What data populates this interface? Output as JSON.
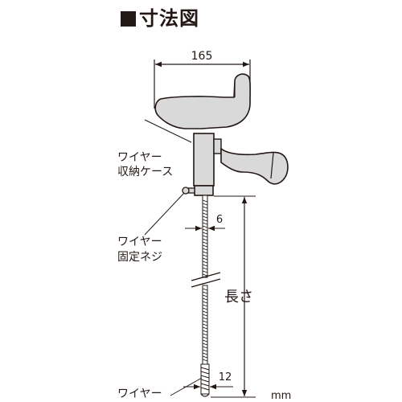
{
  "title": "寸法図",
  "labels": {
    "width_dim": "165",
    "case_line1": "ワイヤー",
    "case_line2": "収納ケース",
    "wire_dia": "6",
    "screw_line1": "ワイヤー",
    "screw_line2": "固定ネジ",
    "length": "長さ",
    "tip_dia": "12",
    "wire": "ワイヤー",
    "unit": "mm"
  },
  "colors": {
    "line": "#231815",
    "fill": "#d9d9d9",
    "background": "#ffffff"
  }
}
